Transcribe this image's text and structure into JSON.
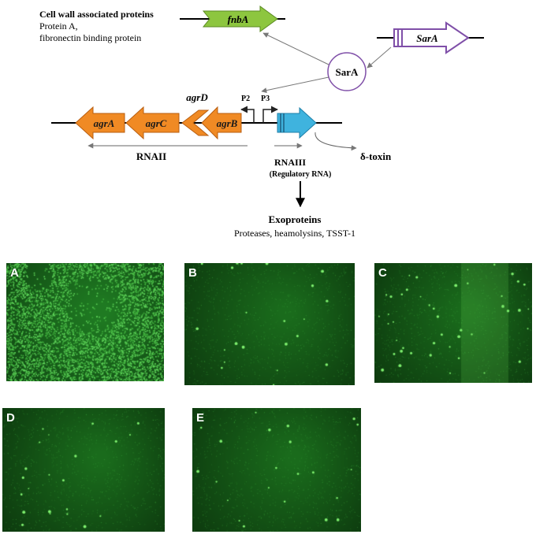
{
  "diagram": {
    "cell_wall_title": "Cell wall associated proteins",
    "cell_wall_line1": "Protein A,",
    "cell_wall_line2": "fibronectin binding protein",
    "fnbA": "fnbA",
    "sarA_gene": "SarA",
    "sarA_protein": "SarA",
    "agrA": "agrA",
    "agrC": "agrC",
    "agrD": "agrD",
    "agrB": "agrB",
    "p2": "P2",
    "p3": "P3",
    "rnaII": "RNAII",
    "rnaIII": "RNAIII",
    "rnaIII_sub": "(Regulatory RNA)",
    "delta_toxin": "δ-toxin",
    "exoproteins": "Exoproteins",
    "exoproteins_detail": "Proteases, heamolysins, TSST-1",
    "colors": {
      "fnbA_fill": "#8dc63f",
      "sarA_outline": "#7f4fa8",
      "agr_fill": "#f08a24",
      "rnaIII_fill": "#3fb3de"
    }
  },
  "panels": [
    {
      "label": "A",
      "style": "dense-green-network"
    },
    {
      "label": "B",
      "style": "sparse-green"
    },
    {
      "label": "C",
      "style": "sparse-green-speckled"
    },
    {
      "label": "D",
      "style": "sparse-green"
    },
    {
      "label": "E",
      "style": "sparse-green"
    }
  ]
}
